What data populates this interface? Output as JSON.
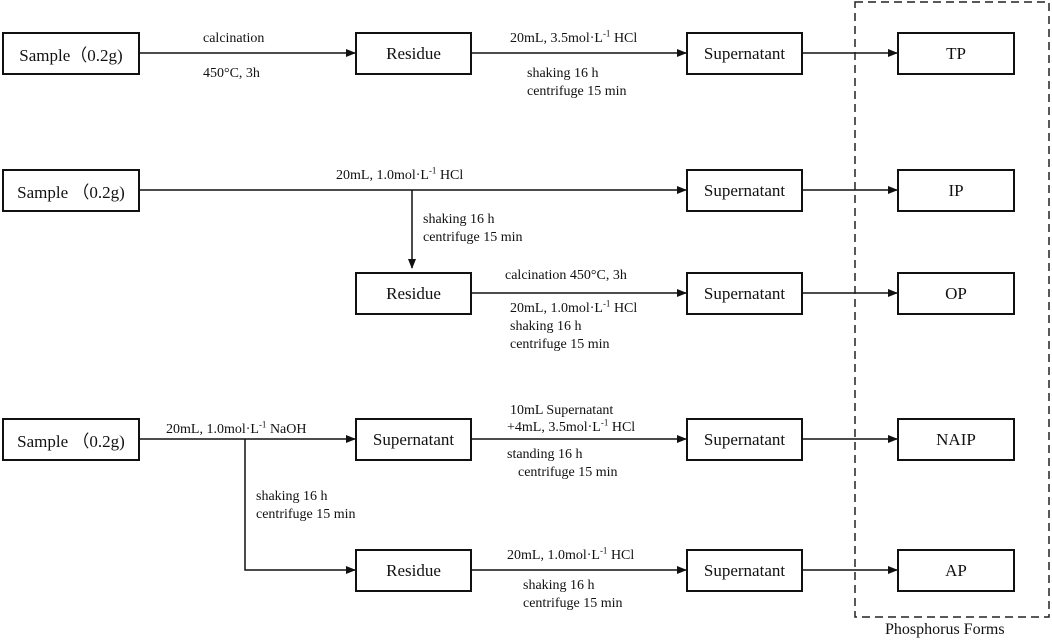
{
  "row1": {
    "sample": "Sample（0.2g)",
    "step1_top": "calcination",
    "step1_bottom": "450°C, 3h",
    "residue": "Residue",
    "reagent_pre": "20mL, 3.5mol·L",
    "reagent_sup": "-1",
    "reagent_post": " HCl",
    "shaking": "shaking 16 h",
    "centrifuge": "centrifuge 15 min",
    "supernatant": "Supernatant",
    "form": "TP"
  },
  "row2": {
    "sample": "Sample （0.2g)",
    "reagent_pre": "20mL, 1.0mol·L",
    "reagent_sup": "-1",
    "reagent_post": " HCl",
    "supernatant": "Supernatant",
    "form": "IP",
    "shaking": "shaking 16 h",
    "centrifuge": "centrifuge 15 min"
  },
  "row3": {
    "residue": "Residue",
    "calcination": "calcination 450°C, 3h",
    "reagent_pre": "20mL, 1.0mol·L",
    "reagent_sup": "-1",
    "reagent_post": " HCl",
    "shaking": "shaking 16 h",
    "centrifuge": "centrifuge 15 min",
    "supernatant": "Supernatant",
    "form": "OP"
  },
  "row4": {
    "sample": "Sample （0.2g)",
    "reagent_pre": "20mL, 1.0mol·L",
    "reagent_sup": "-1",
    "reagent_post": " NaOH",
    "supernatant_mid": "Supernatant",
    "step_line1": "10mL  Supernatant",
    "step_line2_pre": "+4mL, 3.5mol·L",
    "step_line2_sup": "-1",
    "step_line2_post": " HCl",
    "standing": "standing 16 h",
    "centrifuge": "centrifuge 15 min",
    "supernatant": "Supernatant",
    "form": "NAIP",
    "branch_shaking": "shaking 16 h",
    "branch_centrifuge": "centrifuge 15 min"
  },
  "row5": {
    "residue": "Residue",
    "reagent_pre": "20mL, 1.0mol·L",
    "reagent_sup": "-1",
    "reagent_post": " HCl",
    "shaking": "shaking 16 h",
    "centrifuge": "centrifuge 15 min",
    "supernatant": "Supernatant",
    "form": "AP"
  },
  "forms_caption": "Phosphorus Forms"
}
